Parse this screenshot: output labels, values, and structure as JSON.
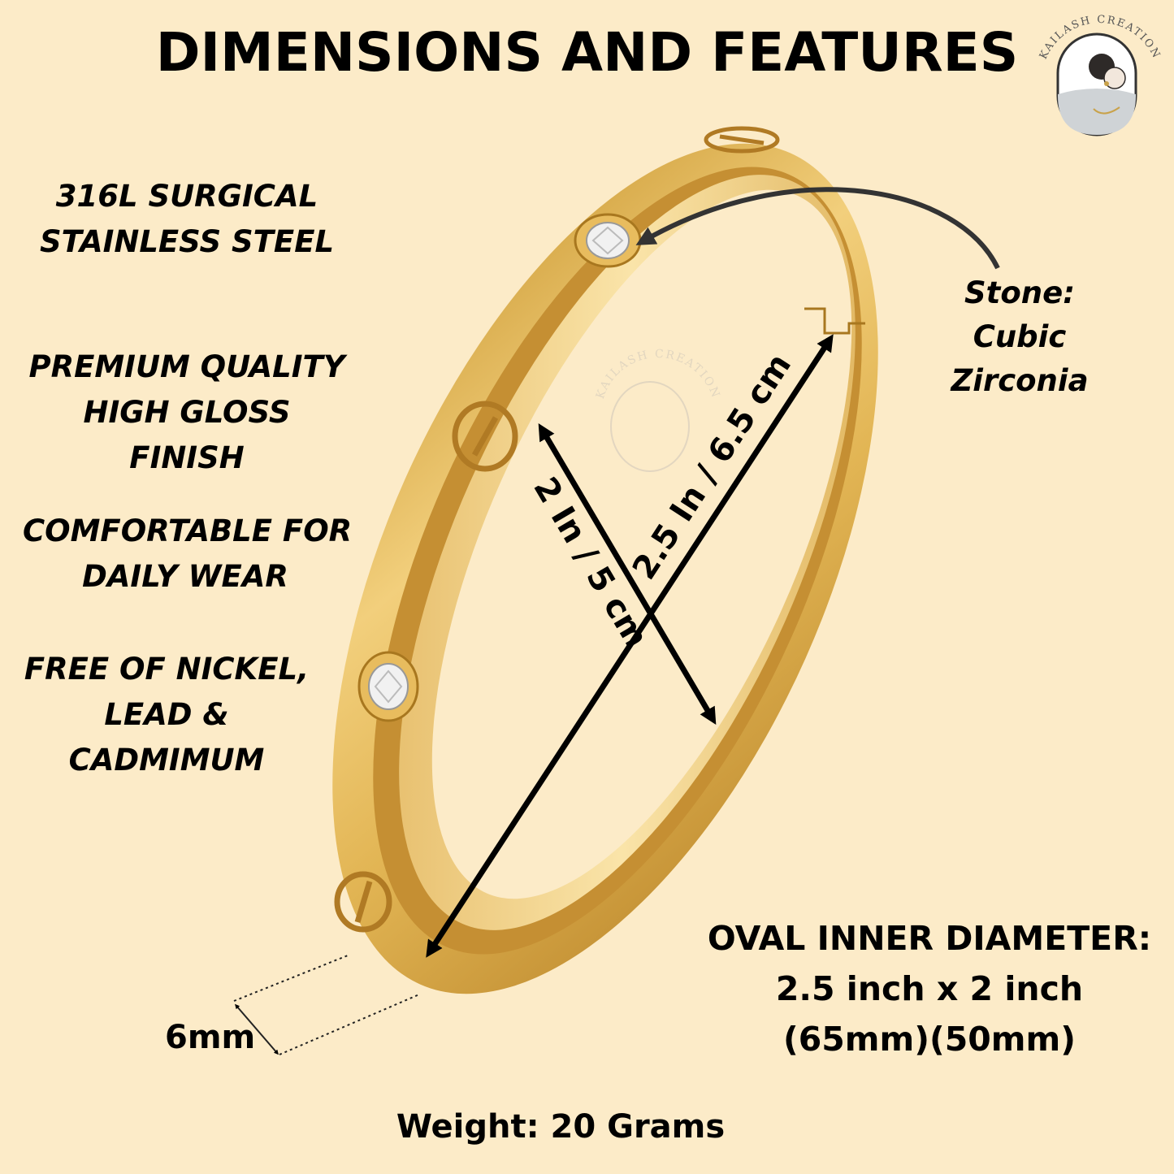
{
  "title": "DIMENSIONS AND FEATURES",
  "brand": {
    "name": "KAILASH CREATION"
  },
  "features": [
    {
      "lines": [
        "316L SURGICAL",
        "STAINLESS STEEL"
      ]
    },
    {
      "lines": [
        "PREMIUM QUALITY",
        "HIGH GLOSS",
        "FINISH"
      ]
    },
    {
      "lines": [
        "COMFORTABLE FOR",
        "DAILY WEAR"
      ]
    },
    {
      "lines": [
        "FREE OF NICKEL,",
        "LEAD &",
        "CADMIMUM"
      ]
    }
  ],
  "stone": {
    "label": "Stone:",
    "value": "Cubic Zirconia"
  },
  "dimensions": {
    "length_label": "2.5 In / 6.5 cm",
    "width_label": "2 In / 5 cm",
    "thickness_label": "6mm"
  },
  "oval": {
    "heading": "OVAL INNER DIAMETER:",
    "size": "2.5 inch x 2 inch",
    "metric": "(65mm)(50mm)"
  },
  "weight": "Weight: 20 Grams",
  "colors": {
    "background": "#FCEBC8",
    "gold": "#E3B553",
    "gold_dark": "#B78329",
    "text": "#000000"
  },
  "icons": [
    "logo-badge-icon",
    "bangle-image",
    "zircon-stone-icon",
    "screw-motif-icon",
    "arrow-icon",
    "watermark-icon"
  ]
}
